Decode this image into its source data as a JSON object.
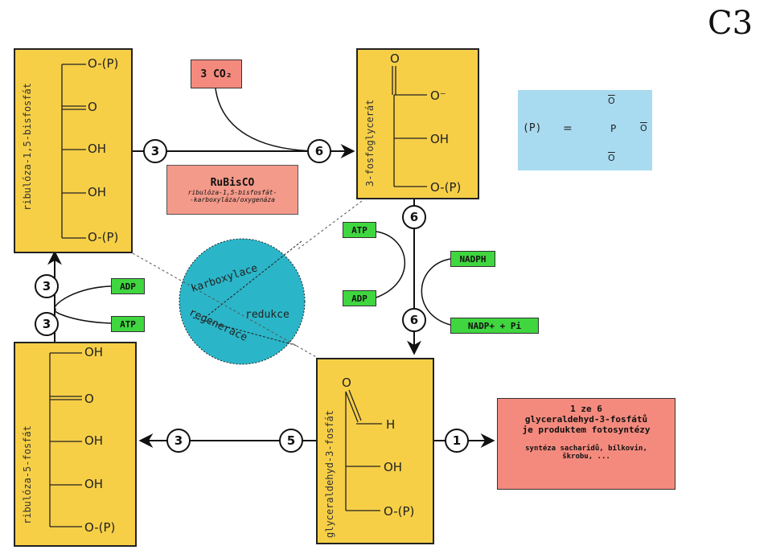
{
  "corner_label": "C3",
  "molecules": {
    "rubp": {
      "name": "ribulóza-1,5-bisfosfát",
      "groups": [
        "O-(P)",
        "O",
        "OH",
        "OH",
        "O-(P)"
      ]
    },
    "pga": {
      "name": "3-fosfoglycerát",
      "groups": [
        "O",
        "O⁻",
        "OH",
        "O-(P)"
      ]
    },
    "g3p": {
      "name": "glyceraldehyd-3-fosfát",
      "groups": [
        "O",
        "H",
        "OH",
        "O-(P)"
      ]
    },
    "ru5p": {
      "name": "ribulóza-5-fosfát",
      "groups": [
        "OH",
        "O",
        "OH",
        "OH",
        "O-(P)"
      ]
    }
  },
  "co2": {
    "label": "3 CO₂"
  },
  "rubisco": {
    "title": "RuBisCO",
    "line1": "ribulóza-1,5-bisfosfát-",
    "line2": "-karboxyláza/oxygenáza"
  },
  "phosphate": {
    "symbol": "(P)",
    "equals": "=",
    "atom": "P",
    "oxygen": "O"
  },
  "cycle": {
    "phase1": "karboxylace",
    "phase2": "redukce",
    "phase3": "regenerace"
  },
  "cofactors": {
    "atp_top": "ATP",
    "adp_top": "ADP",
    "nadph": "NADPH",
    "nadp": "NADP+ + Pi",
    "adp_left": "ADP",
    "atp_left": "ATP"
  },
  "counts": {
    "rubp_out": "3",
    "pga_in": "6",
    "pga_out": "6",
    "g3p_in": "6",
    "g3p_left": "5",
    "ru5p_in": "3",
    "product": "1",
    "adp_step": "3",
    "atp_step": "3"
  },
  "product": {
    "line1": "1 ze 6",
    "line2": "glyceraldehyd-3-fosfátů",
    "line3": "je produktem fotosyntézy",
    "line4": "syntéza sacharidů, bílkovin,",
    "line5": "škrobu, ..."
  },
  "colors": {
    "molecule": "#f6cf47",
    "green": "#3fd63f",
    "red": "#f48a7e",
    "cycle": "#2bb5c8",
    "phosphate_box": "#a9dbf0"
  }
}
